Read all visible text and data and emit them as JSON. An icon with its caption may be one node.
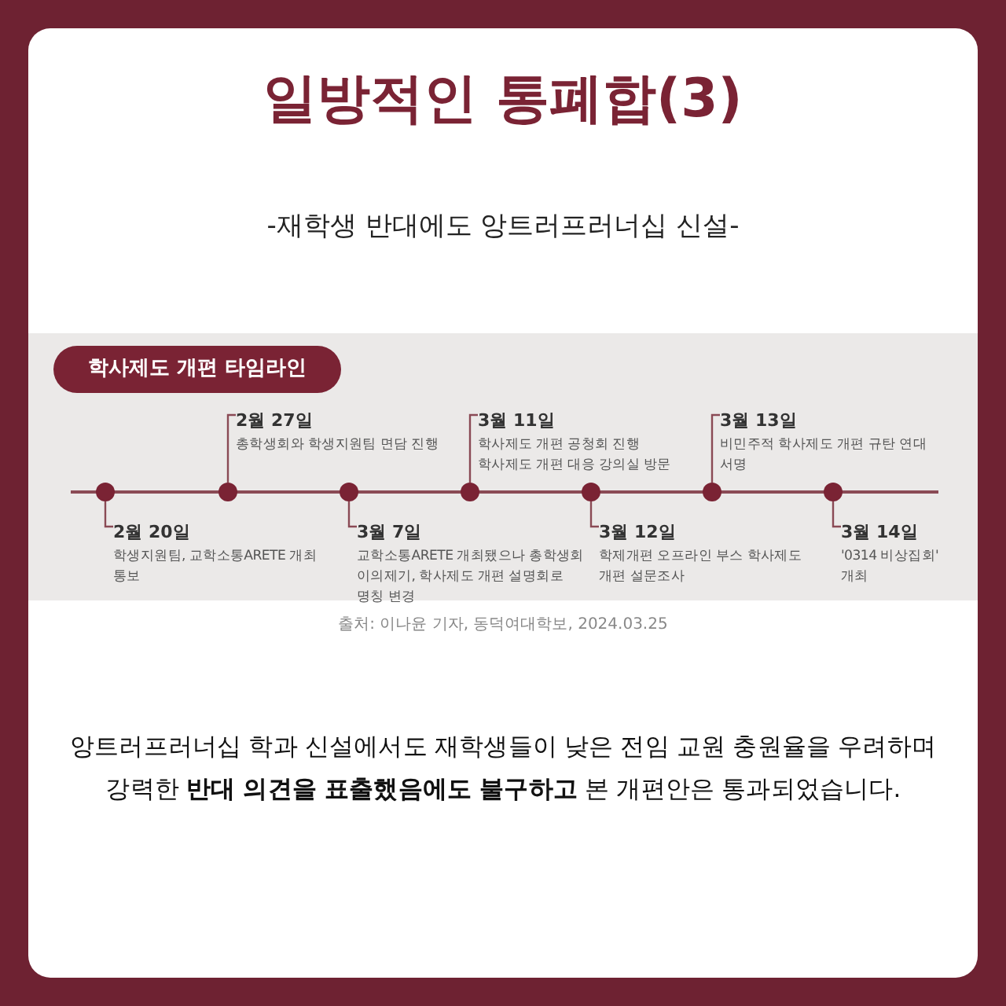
{
  "diagram": {
    "title": "일방적인 통폐합(3)",
    "nodes": [
      {
        "text": [],
        "shape": "circle"
      },
      {
        "text": [],
        "shape": "circle"
      },
      {
        "text": [],
        "shape": "circle"
      },
      {
        "text": [],
        "shape": "circle"
      },
      {
        "text": [],
        "shape": "circle"
      },
      {
        "text": [],
        "shape": "circle"
      },
      {
        "text": [],
        "shape": "circle"
      },
      {
        "text": [
          "2월 20일",
          "학생지원팀, 교학소통ARETE 개최 통보"
        ]
      },
      {
        "text": [
          "2월 27일",
          "총학생회와 학생지원팀 면담 진행"
        ]
      },
      {
        "text": [
          "3월 7일",
          "교학소통ARETE 개최됐으나 총학생회 이의제기, 학사제도 개편 설명회로 명칭 변경"
        ]
      },
      {
        "text": [
          "3월 11일",
          "학사제도 개편 공청회 진행 학사제도 개편 대응 강의실 방문"
        ]
      },
      {
        "text": [
          "3월 12일",
          "학제개편 오프라인 부스 학사제도 개편 설문조사"
        ]
      },
      {
        "text": [
          "3월 13일",
          "비민주적 학사제도 개편 규탄 연대 서명"
        ]
      },
      {
        "text": [
          "3월 14일",
          "'0314 비상집회' 개최"
        ]
      }
    ],
    "edges": [
      {
        "from": 0,
        "to": 7,
        "arrow": "none"
      },
      {
        "from": 1,
        "to": 8,
        "arrow": "none"
      },
      {
        "from": 2,
        "to": 9,
        "arrow": "none"
      },
      {
        "from": 3,
        "to": 10,
        "arrow": "none"
      },
      {
        "from": 4,
        "to": 11,
        "arrow": "none"
      },
      {
        "from": 5,
        "to": 12,
        "arrow": "none"
      },
      {
        "from": 6,
        "to": 13,
        "arrow": "none"
      }
    ],
    "labels": [
      "-재학생 반대에도 앙트러프러너십 신설-",
      "학사제도 개편 타임라인",
      "출처: 이나윤 기자, 동덕여대학보, 2024.03.25",
      "앙트러프러너십 학과 신설에서도 재학생들이 낮은 전임 교원 충원율을 우려하며 강력한 **반대 의견을 표출했음에도 불구하고** 본 개편안은 통과되었습니다."
    ]
  }
}
